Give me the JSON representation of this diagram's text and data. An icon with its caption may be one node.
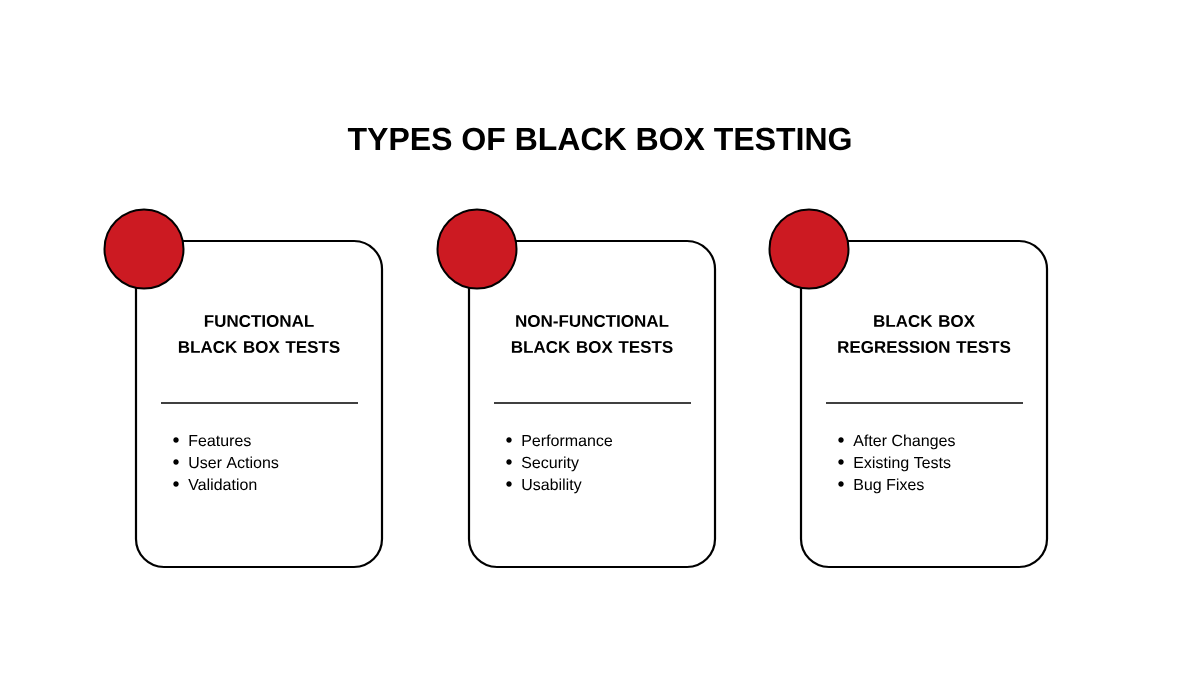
{
  "diagram": {
    "title": "TYPES OF BLACK BOX TESTING",
    "nodes": [
      {
        "text": [],
        "shape": "circle"
      },
      {
        "text": [
          "FUNCTIONAL BLACK BOX TESTS",
          "Features",
          "User Actions",
          "Validation"
        ]
      },
      {
        "text": [],
        "shape": "circle"
      },
      {
        "text": [
          "NON-FUNCTIONAL BLACK BOX TESTS",
          "Performance",
          "Security",
          "Usability"
        ]
      },
      {
        "text": [],
        "shape": "circle"
      },
      {
        "text": [
          "BLACK BOX REGRESSION TESTS",
          "After Changes",
          "Existing Tests",
          "Bug Fixes"
        ]
      }
    ]
  }
}
